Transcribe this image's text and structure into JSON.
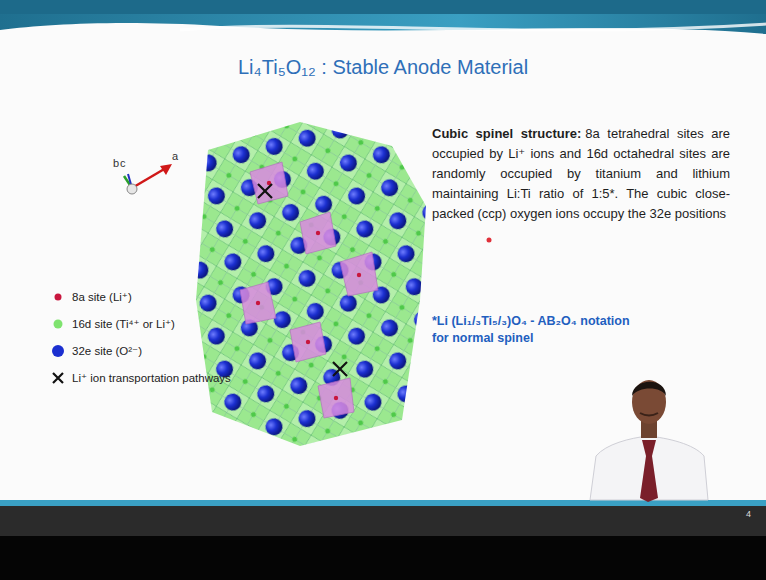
{
  "diagram": {
    "title": "Li₄Ti₅O₁₂ : Stable Anode Material",
    "labels": [
      "b",
      "c",
      "a",
      "Cubic spinel structure:",
      "8a tetrahedral sites are occupied by Li⁺ ions and 16d octahedral sites are randomly occupied by titanium and lithium maintaining Li:Ti ratio of 1:5*. The cubic close-packed (ccp) oxygen ions occupy the 32e positions",
      "*Li (Li₁/₃Ti₅/₃)O₄ - AB₂O₄ notation for normal spinel",
      "4"
    ],
    "legend": [
      {
        "text": "8a site (Li⁺)",
        "color": "#c8163e"
      },
      {
        "text": "16d site (Ti⁴⁺ or Li⁺)",
        "color": "#7fe36f"
      },
      {
        "text": "32e site (O²⁻)",
        "color": "#1b2fd0"
      },
      {
        "text": "Li⁺ ion transportation pathways"
      }
    ]
  }
}
